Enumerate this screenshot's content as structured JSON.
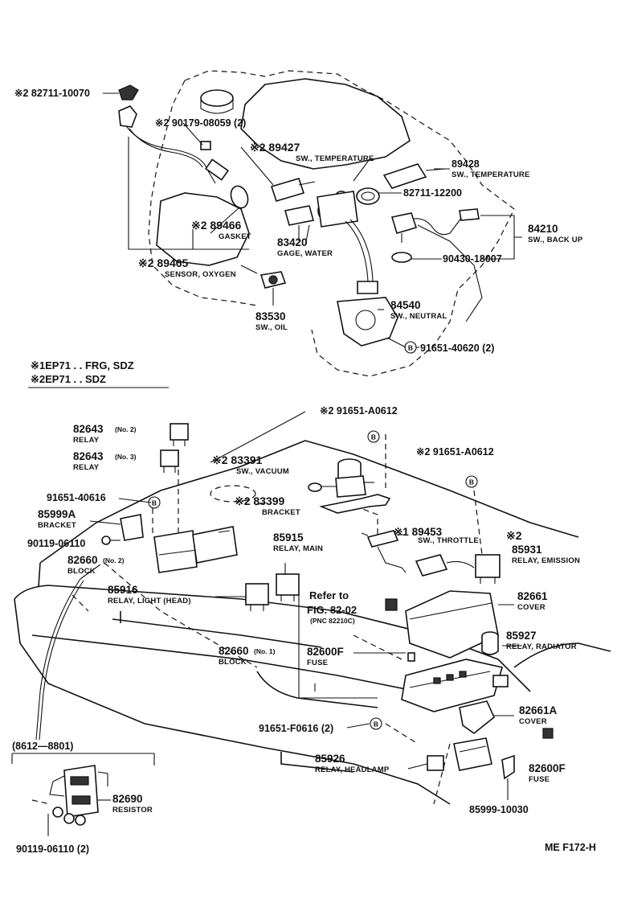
{
  "notes": {
    "note1": "※1EP71 . . FRG, SDZ",
    "note2": "※2EP71 . . SDZ"
  },
  "labels": {
    "l82711a": "※2 82711-10070",
    "l90179": "※2 90179-08059 (2)",
    "l89427": "※2 89427",
    "l89427s": "SW., TEMPERATURE",
    "l89428": "89428",
    "l89428s": "SW., TEMPERATURE",
    "l82711b": "82711-12200",
    "l89466": "※2 89466",
    "l89466s": "GASKET",
    "l83420": "83420",
    "l83420s": "GAGE, WATER",
    "l84210": "84210",
    "l84210s": "SW., BACK UP",
    "l90430": "90430-18007",
    "l89465": "※2 89465",
    "l89465s": "SENSOR, OXYGEN",
    "l84540": "84540",
    "l84540s": "SW., NEUTRAL",
    "l83530": "83530",
    "l83530s": "SW., OIL",
    "l91651a": "91651-40620 (2)",
    "l91651b": "※2 91651-A0612",
    "l82643a": "82643",
    "l82643as": "(No. 2)",
    "l82643ar": "RELAY",
    "l82643b": "82643",
    "l82643bs": "(No. 3)",
    "l82643br": "RELAY",
    "l83391": "※2 83391",
    "l83391s": "SW., VACUUM",
    "l91651c": "※2 91651-A0612",
    "l91651d": "91651-40616",
    "l83399": "※2 83399",
    "l83399s": "BRACKET",
    "l85999a": "85999A",
    "l85999as": "BRACKET",
    "l85915": "85915",
    "l85915s": "RELAY, MAIN",
    "l89453": "※1 89453",
    "l89453s": "SW., THROTTLE",
    "l85931m": "※2",
    "l85931": "85931",
    "l85931s": "RELAY, EMISSION",
    "l90119a": "90119-06110",
    "l82660b": "82660",
    "l82660bs": "(No. 2)",
    "l82660br": "BLOCK",
    "l85916": "85916",
    "l85916s": "RELAY, LIGHT (HEAD)",
    "l82661": "82661",
    "l82661s": "COVER",
    "ref1": "Refer to",
    "ref2": "FIG. 82-02",
    "ref3": "(PNC 82210C)",
    "l85927": "85927",
    "l85927s": "RELAY, RADIATOR",
    "l82660a": "82660",
    "l82660as": "(No. 1)",
    "l82660ar": "BLOCK",
    "l82600fa": "82600F",
    "l82600fas": "FUSE",
    "l91651e": "91651-F0616 (2)",
    "l82661a": "82661A",
    "l82661as": "COVER",
    "l85926": "85926",
    "l85926s": "RELAY, HEADLAMP",
    "l82600fb": "82600F",
    "l82600fbs": "FUSE",
    "l85999b": "85999-10030",
    "l8612": "(8612—8801)",
    "l82690": "82690",
    "l82690s": "RESISTOR",
    "l90119b": "90119-06110 (2)",
    "fig": "ME  F172-H"
  },
  "glyphs": {
    "bolt_mark": "B"
  }
}
